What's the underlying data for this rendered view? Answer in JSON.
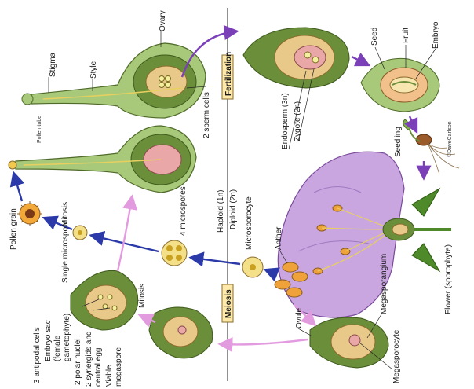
{
  "labels": {
    "stigma": "Stigma",
    "style": "Style",
    "ovary": "Ovary",
    "pollen_tube": "Pollen tube",
    "two_sperm_cells": "2 sperm cells",
    "fertilization": "Fertilization",
    "endosperm": "Endosperm (3n)",
    "zygote": "Zygote (2n)",
    "seed": "Seed",
    "fruit": "Fruit",
    "embryo": "Embryo",
    "credit": "©DaveCarlson",
    "seedling": "Seedling",
    "haploid": "Haploid (1n)",
    "diploid": "Diploid (2n)",
    "microsporocyte": "Microsporocyte",
    "anther": "Anther",
    "four_microspores": "4 microspores",
    "pollen_grain": "Pollen grain",
    "mitosis_top": "Mitosis",
    "single_microspore": "Single microspore",
    "meiosis": "Meiosis",
    "megasporangium": "Megasporangium",
    "flower": "Flower (sporophyte)",
    "ovule": "Ovule",
    "megasporocyte": "Megasporocyte",
    "mitosis_bottom": "Mitosis",
    "antipodal": "3 antipodal cells",
    "embryo_sac_1": "Embryo sac",
    "embryo_sac_2": "(female",
    "embryo_sac_3": "gametophyte)",
    "polar_nuclei": "2 polar nuclei",
    "synergids_1": "2 synergids and",
    "synergids_2": "central egg",
    "viable_1": "Viable",
    "viable_2": "megaspore"
  },
  "colors": {
    "purple_arrow": "#7b3fb8",
    "blue_arrow": "#2b3aa8",
    "pink_arrow": "#e39be0",
    "petal": "#c9a6e0",
    "ovule_green": "#6b8e3a",
    "ovule_tan": "#e8c98a",
    "embryo_sac": "#e9a7a7",
    "anther_orange": "#f0a23a"
  },
  "icons": [
    "arrow",
    "flower",
    "ovule",
    "pollen-grain",
    "seedling",
    "seed"
  ]
}
